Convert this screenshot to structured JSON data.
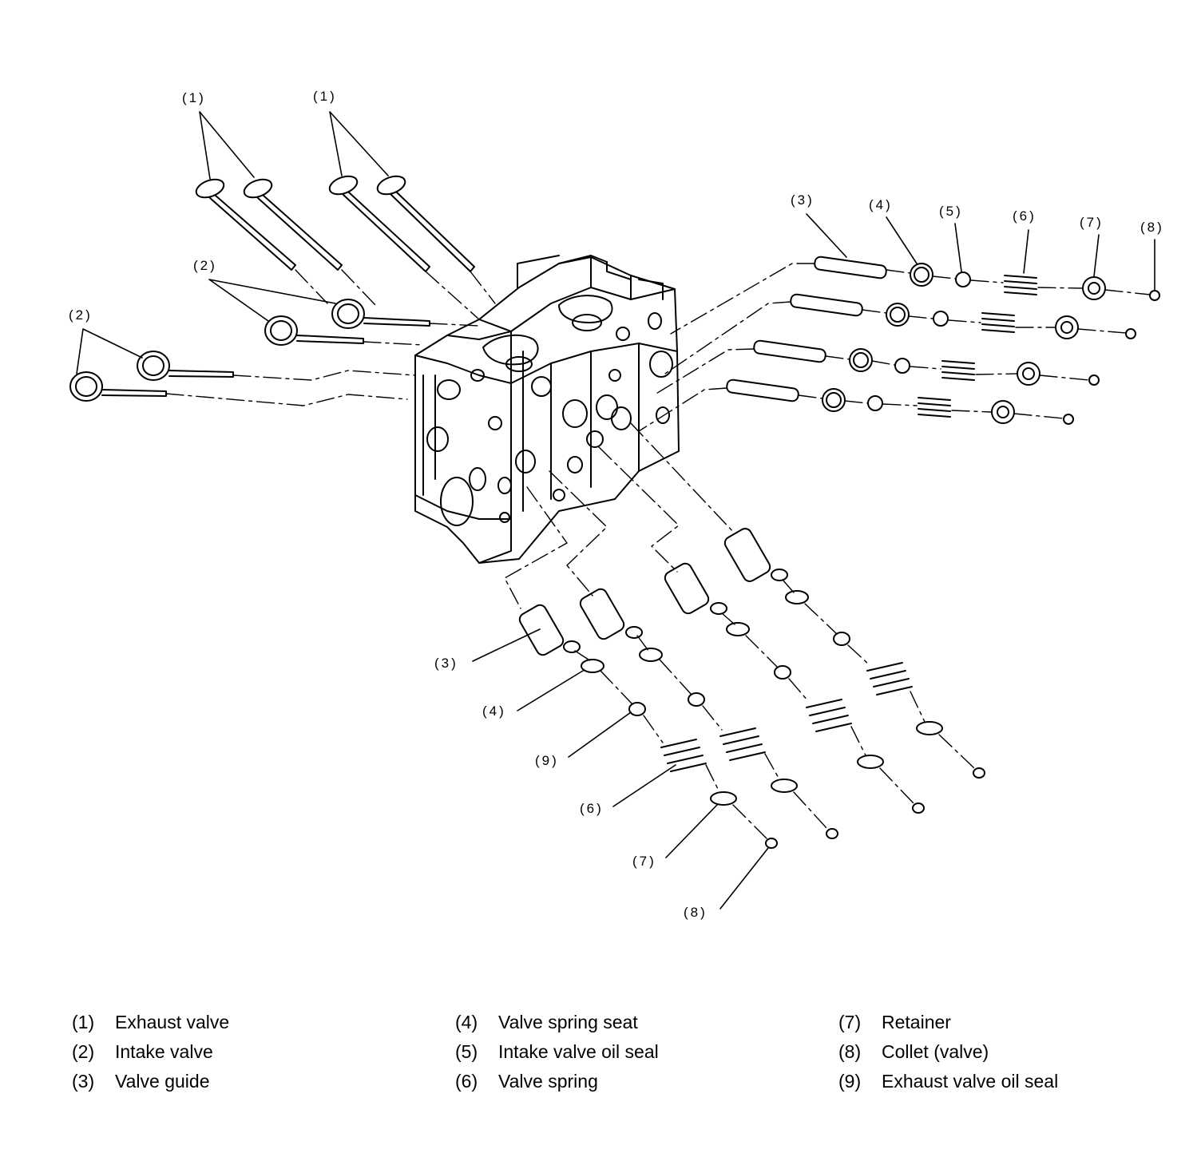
{
  "callouts": {
    "c1a": "(1)",
    "c1b": "(1)",
    "c2a": "(2)",
    "c2b": "(2)",
    "c3a": "(3)",
    "c4a": "(4)",
    "c5a": "(5)",
    "c6a": "(6)",
    "c7a": "(7)",
    "c8a": "(8)",
    "c3b": "(3)",
    "c4b": "(4)",
    "c9b": "(9)",
    "c6b": "(6)",
    "c7b": "(7)",
    "c8b": "(8)"
  },
  "legend": [
    {
      "num": "(1)",
      "text": "Exhaust valve"
    },
    {
      "num": "(2)",
      "text": "Intake valve"
    },
    {
      "num": "(3)",
      "text": "Valve guide"
    },
    {
      "num": "(4)",
      "text": "Valve spring seat"
    },
    {
      "num": "(5)",
      "text": "Intake valve oil seal"
    },
    {
      "num": "(6)",
      "text": "Valve spring"
    },
    {
      "num": "(7)",
      "text": "Retainer"
    },
    {
      "num": "(8)",
      "text": "Collet (valve)"
    },
    {
      "num": "(9)",
      "text": "Exhaust valve oil seal"
    }
  ]
}
